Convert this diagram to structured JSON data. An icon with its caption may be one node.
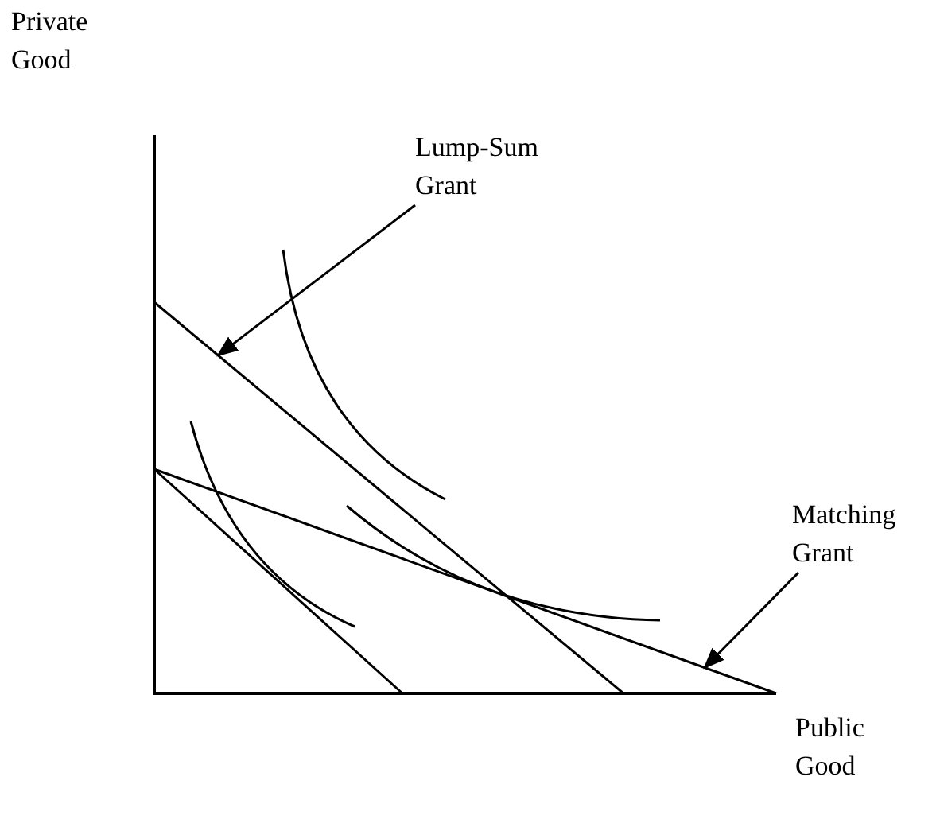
{
  "diagram": {
    "nodes": [
      {
        "text": [
          "Lump-Sum Grant"
        ]
      },
      {
        "text": [],
        "shape": "line"
      },
      {
        "text": [
          "Matching Grant"
        ]
      },
      {
        "text": [],
        "shape": "line"
      }
    ],
    "edges": [
      {
        "from": 0,
        "to": 1,
        "arrow": "to"
      },
      {
        "from": 2,
        "to": 3,
        "arrow": "to"
      }
    ],
    "labels": [
      "Private Good",
      "Public Good"
    ]
  }
}
